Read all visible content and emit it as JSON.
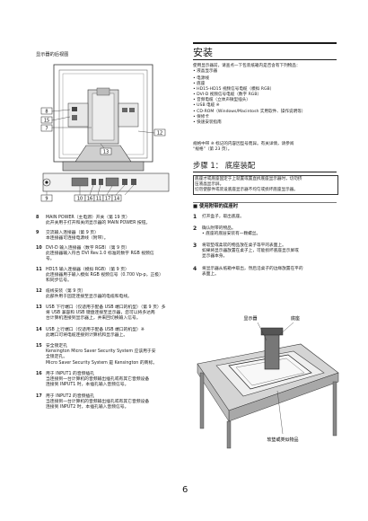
{
  "left": {
    "rear_caption": "显示器的后视图",
    "callouts": [
      "8",
      "15",
      "7",
      "13",
      "12",
      "9",
      "10",
      "16",
      "11",
      "17",
      "14"
    ],
    "items": [
      {
        "num": "8",
        "lines": [
          "MAIN POWER（主电源）开关（第 19 页）",
          "此开关用于打开和关闭显示器的 MAIN POWER 按钮。"
        ]
      },
      {
        "num": "9",
        "lines": [
          "交流输入连接器（第 9 页）",
          "本连接器可连接电源线（附带）。"
        ]
      },
      {
        "num": "10",
        "lines": [
          "DVI-D 输入连接器（数字 RGB）（第 9 页）",
          "此连接器输入符合 DVI Rev.1.0 标准的数字 RGB 视频信",
          "号。"
        ]
      },
      {
        "num": "11",
        "lines": [
          "HD15 输入连接器（模拟 RGB）（第 9 页）",
          "此连接器用于输入模拟 RGB 视频信号（0.700 Vp-p，正极）",
          "和同步信号。"
        ]
      },
      {
        "num": "12",
        "lines": [
          "缆线安装（第 9 页）",
          "此部件用于固定连接至显示器的电缆和电线。"
        ]
      },
      {
        "num": "13",
        "lines": [
          "USB 下行端口（仅适用于配备 USB 端口的机型）（第 9 页）多",
          "将 USB 兼容和 USB 键盘连接至显示器，您可以将多达两",
          "台计算机连接到显示器上，并来回切换输入信号。"
        ]
      },
      {
        "num": "14",
        "lines": [
          "USB 上行端口（仅适用于配备 USB 端口的机型）※",
          "此端口可将电缆连接到计算机和显示器上。"
        ]
      },
      {
        "num": "15",
        "lines": [
          "安全锁定孔",
          "Kensington Micro Saver Security System 应该用于安",
          "全锁定孔。",
          "Micro Saver Security System 是 Kensington 的商标。"
        ]
      },
      {
        "num": "16",
        "lines": [
          "用于 INPUT1 的音频插孔",
          "当连接到一台计算机的音频输出插孔或有其它音频设备",
          "连接到 INPUT1 时，本插孔输入音频信号。"
        ]
      },
      {
        "num": "17",
        "lines": [
          "用于 INPUT2 的音频插孔",
          "当连接到一台计算机的音频输出插孔或有其它音频设备",
          "连接到 INPUT2 时，本插孔输入音频信号。"
        ]
      }
    ]
  },
  "right": {
    "section_title": "安装",
    "intro": [
      "使用显示器前，请查点一下包装纸箱内是否含有下列物品：",
      "• 液晶显示器"
    ],
    "bullets": [
      "• 电源线",
      "• 底座",
      "• HD15-HD15 视频信号电缆（模拟 RGB）",
      "• DVI-D 视频信号电缆（数字 RGB）",
      "• 音频电缆（立体声微型插头）",
      "• USB 电缆 ※",
      "• CD-ROM（Windows/Macintosh 实用软件、操作说明等）",
      "• 保修卡",
      "• 快速安装指南"
    ],
    "note": [
      "规格中带 ※ 标记的内容因型号而异。有关详情，请参阅",
      "“规格”（第 23 页）。"
    ],
    "step_title": "步骤 1： 底座装配",
    "caution": [
      "底座才或底座固定于上就置或置直拆底座显示器时，切勿挤",
      "压液晶显示屏。",
      "切勿使部件或装设底座显示器不均匀或损坏底座显示器。"
    ],
    "method_title": "■ 使用附带的底座时",
    "steps": [
      {
        "n": "1",
        "lines": [
          "打开盒子，取出底座。"
        ]
      },
      {
        "n": "2",
        "lines": [
          "确认附带的物品。",
          "• 底座的底层安装有一颗螺丝。"
        ]
      },
      {
        "n": "3",
        "lines": [
          "将软垫或柔软的物品放在桌子等平的表面上。",
          "如果将显示器放置在桌子上，可能损坏底座显示屏或",
          "显示器本身。"
        ]
      },
      {
        "n": "4",
        "lines": [
          "将显示器从纸箱中取出，然后沿桌子的边缘放置在平的",
          "表面上。"
        ]
      }
    ],
    "illus_labels": {
      "display": "显示器",
      "stand": "底座",
      "cushion": "软垫或类似物品"
    }
  },
  "page_number": "6"
}
